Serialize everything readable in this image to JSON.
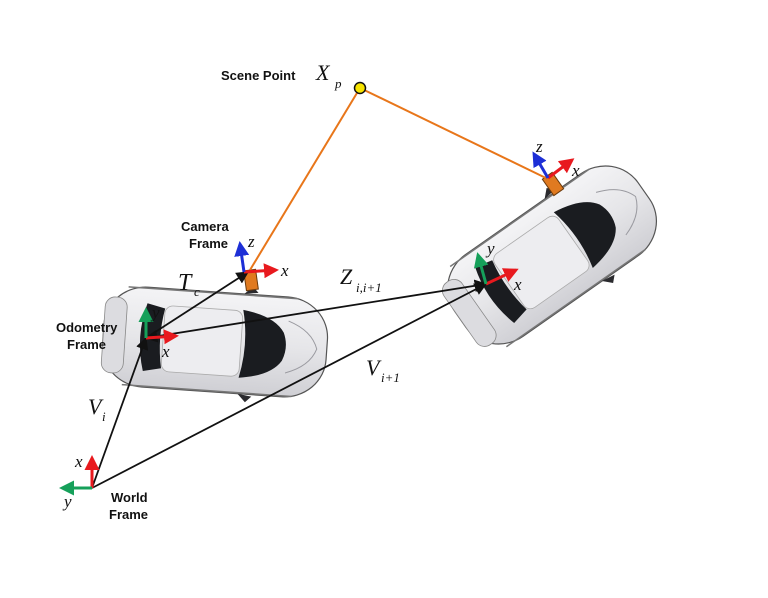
{
  "labels": {
    "scene_point": "Scene Point",
    "xp_main": "X",
    "xp_sub": "p",
    "camera_frame_line1": "Camera",
    "camera_frame_line2": "Frame",
    "odometry_frame_line1": "Odometry",
    "odometry_frame_line2": "Frame",
    "world_frame_line1": "World",
    "world_frame_line2": "Frame",
    "tc_main": "T",
    "tc_sub": "c",
    "z_main": "Z",
    "z_sub": "i,i+1",
    "vi_main": "V",
    "vi_sub": "i",
    "vi1_main": "V",
    "vi1_sub": "i+1"
  },
  "axes": {
    "x": "x",
    "y": "y",
    "z": "z"
  },
  "colors": {
    "x_axis": "#e8191e",
    "y_axis": "#16a05a",
    "z_axis": "#1d2fd6",
    "ray": "#e8761a",
    "vector": "#111111",
    "scene_point_fill": "#f7e400",
    "camera_mount": "#e07a20",
    "car_body": "#e9e9eb",
    "car_glass": "#1a1c20"
  }
}
